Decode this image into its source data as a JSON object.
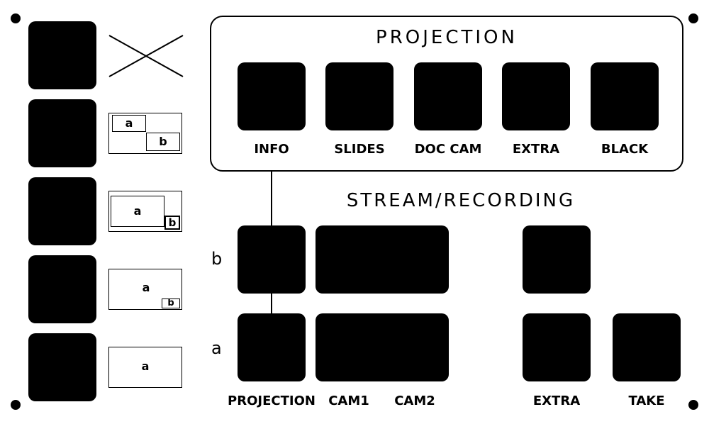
{
  "projection": {
    "title": "PROJECTION",
    "buttons": [
      {
        "label": "INFO"
      },
      {
        "label": "SLIDES"
      },
      {
        "label": "DOC CAM"
      },
      {
        "label": "EXTRA"
      },
      {
        "label": "BLACK"
      }
    ]
  },
  "stream": {
    "title": "STREAM/RECORDING",
    "row_b_label": "b",
    "row_a_label": "a",
    "bottom_labels": {
      "projection": "PROJECTION",
      "cam1": "CAM1",
      "cam2": "CAM2",
      "extra": "EXTRA",
      "take": "TAKE"
    }
  },
  "layouts": {
    "pip_label_a": "a",
    "pip_label_b": "b"
  }
}
